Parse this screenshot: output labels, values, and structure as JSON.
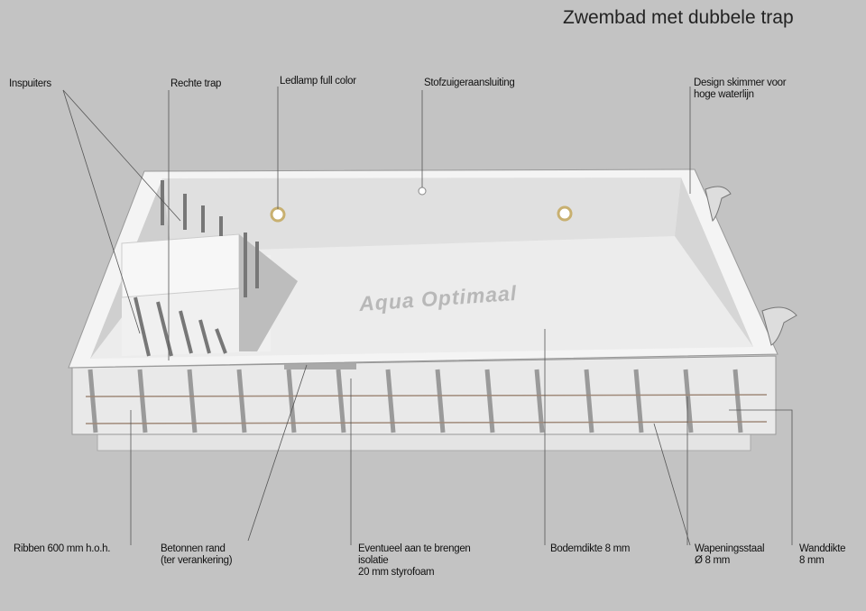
{
  "title": "Zwembad met dubbele trap",
  "watermark": "Aqua Optimaal",
  "labels": {
    "inspuiters": "Inspuiters",
    "rechte_trap": "Rechte trap",
    "ledlamp": "Ledlamp full color",
    "stofzuiger": "Stofzuigeraansluiting",
    "skimmer_1": "Design skimmer voor",
    "skimmer_2": "hoge waterlijn",
    "ribben": "Ribben 600 mm h.o.h.",
    "betonnen_1": "Betonnen rand",
    "betonnen_2": "(ter verankering)",
    "isolatie_1": "Eventueel aan te brengen",
    "isolatie_2": "isolatie",
    "isolatie_3": "20 mm styrofoam",
    "bodemdikte": "Bodemdikte 8 mm",
    "wapening_1": "Wapeningsstaal",
    "wapening_2": "Ø 8 mm",
    "wanddikte_1": "Wanddikte",
    "wanddikte_2": "8 mm"
  },
  "colors": {
    "background": "#c3c3c3",
    "pool": "#efefef",
    "shade": "#d4d4d4"
  }
}
